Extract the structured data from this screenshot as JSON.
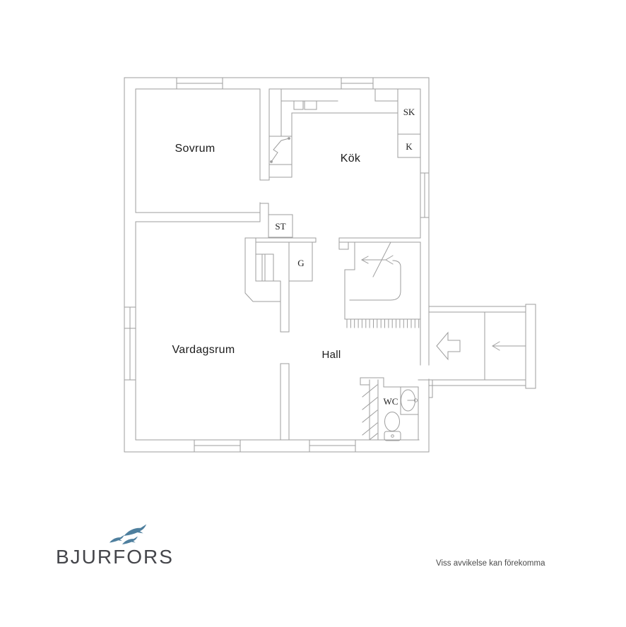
{
  "page": {
    "background": "#ffffff"
  },
  "colors": {
    "plan_line": "#9e9e9e",
    "room_label_text": "#1b1b1b",
    "closet_label_text": "#222222"
  },
  "floor_plan": {
    "rooms": {
      "sovrum": "Sovrum",
      "kok": "Kök",
      "vardagsrum": "Vardagsrum",
      "hall": "Hall",
      "wc": "WC"
    },
    "closets": {
      "sk": "SK",
      "k": "K",
      "st": "ST",
      "g": "G"
    }
  },
  "branding": {
    "logo_text": "BJURFORS",
    "logo_color": "#45464b",
    "bird_color": "#4e7f9e"
  },
  "footer": {
    "disclaimer": "Viss avvikelse kan förekomma",
    "disclaimer_color": "#4b4b4b"
  }
}
